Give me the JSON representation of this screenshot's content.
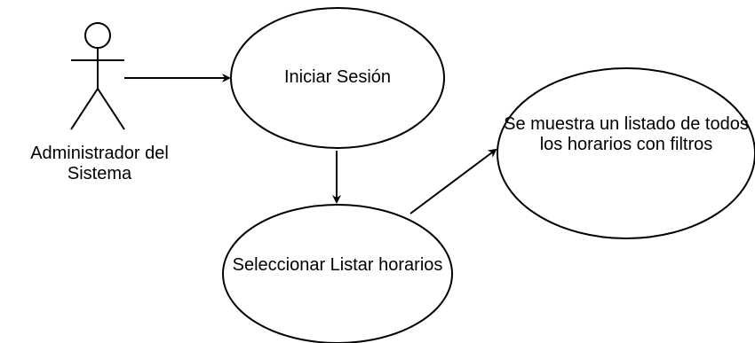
{
  "actor": {
    "label": "Administrador del Sistema"
  },
  "use_cases": {
    "login": "Iniciar Sesión",
    "list_select": "Seleccionar Listar horarios",
    "result": "Se muestra un listado de todos los horarios con filtros"
  },
  "colors": {
    "stroke": "#000000",
    "fill": "#ffffff",
    "text": "#000000"
  }
}
